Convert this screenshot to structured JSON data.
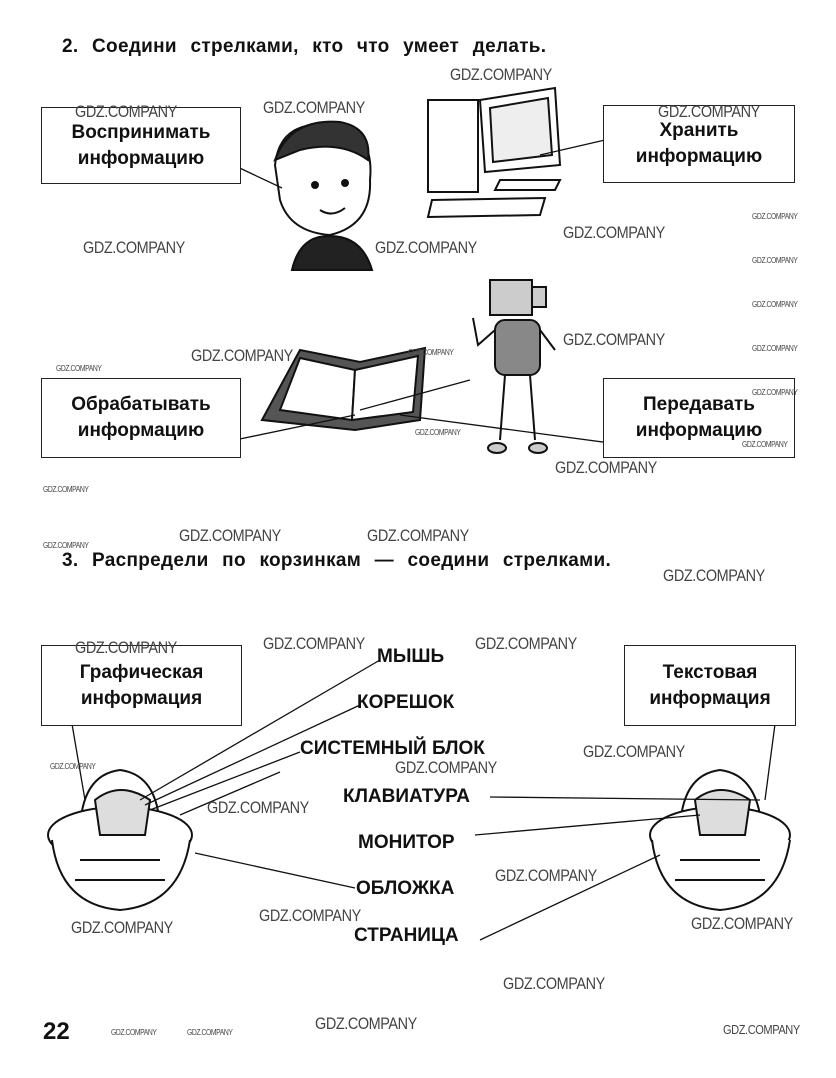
{
  "task2": {
    "title": "2. Соедини стрелками, кто что умеет делать.",
    "boxes": [
      "Воспринимать информацию",
      "Хранить информацию",
      "Обрабатывать информацию",
      "Передавать информацию"
    ]
  },
  "task3": {
    "title": "3. Распредели по корзинкам — соедини стрелками.",
    "baskets": [
      "Графическая информация",
      "Текстовая информация"
    ],
    "words": [
      "МЫШЬ",
      "КОРЕШОК",
      "СИСТЕМНЫЙ БЛОК",
      "КЛАВИАТУРА",
      "МОНИТОР",
      "ОБЛОЖКА",
      "СТРАНИЦА"
    ]
  },
  "page_number": "22",
  "watermark": "GDZ.COMPANY"
}
